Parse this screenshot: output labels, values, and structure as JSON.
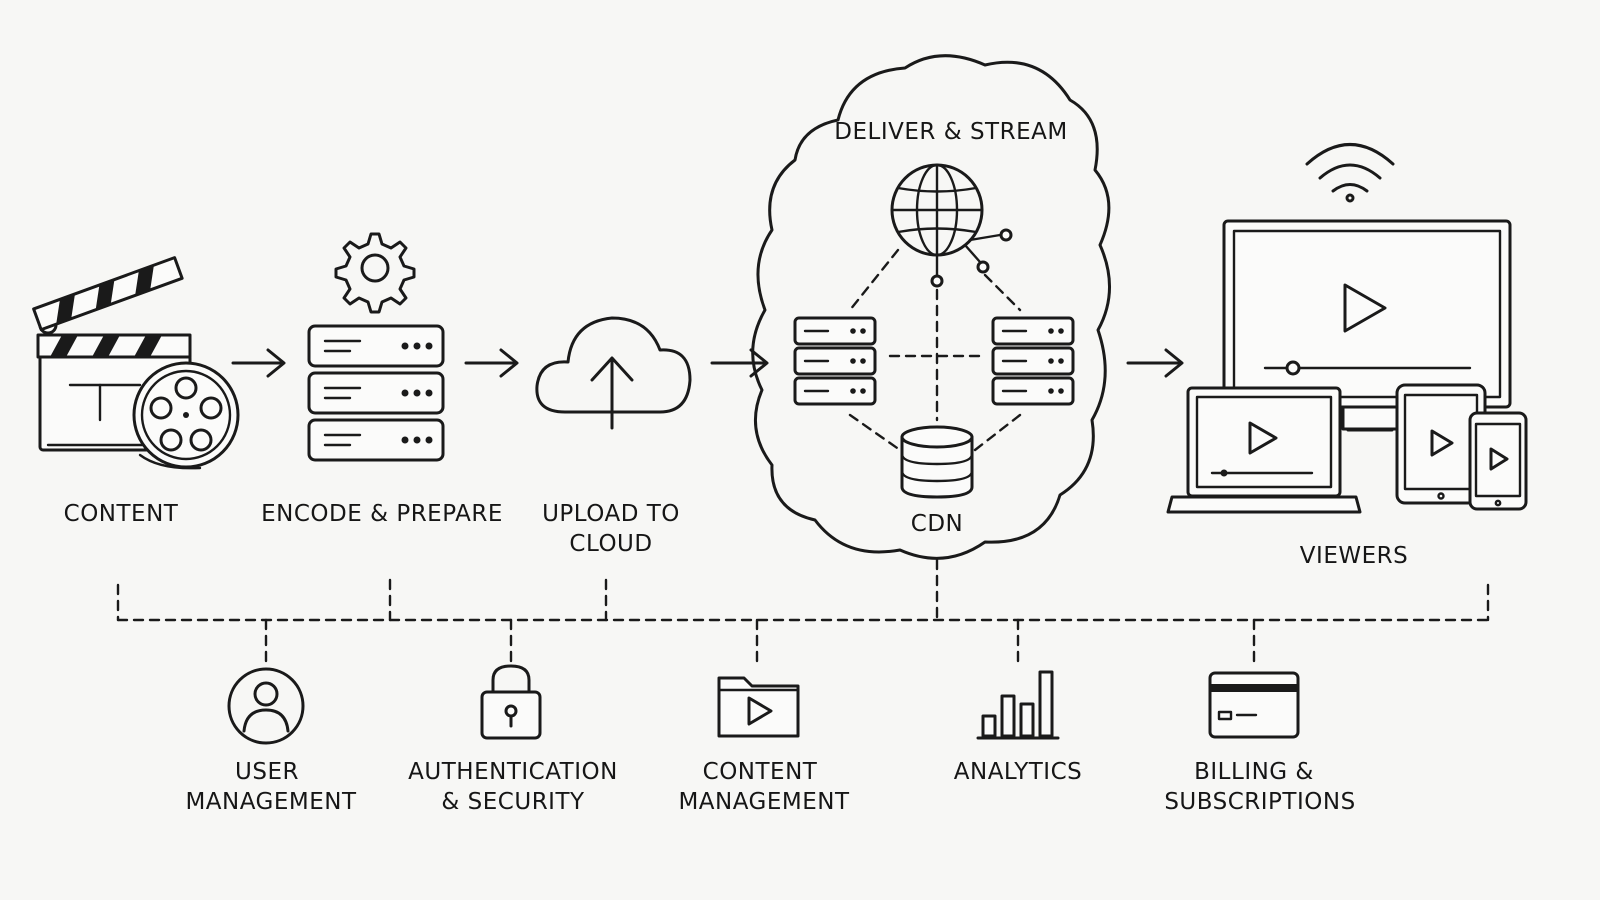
{
  "pipeline": {
    "content": "CONTENT",
    "encode": "ENCODE & PREPARE",
    "upload_line1": "UPLOAD TO",
    "upload_line2": "CLOUD",
    "deliver": "DELIVER & STREAM",
    "cdn": "CDN",
    "viewers": "VIEWERS"
  },
  "services": {
    "user_line1": "USER",
    "user_line2": "MANAGEMENT",
    "auth_line1": "AUTHENTICATION",
    "auth_line2": "& SECURITY",
    "content_line1": "CONTENT",
    "content_line2": "MANAGEMENT",
    "analytics": "ANALYTICS",
    "billing_line1": "BILLING &",
    "billing_line2": "SUBSCRIPTIONS"
  },
  "icons": [
    "clapperboard-icon",
    "film-reel-icon",
    "gear-icon",
    "server-stack-icon",
    "cloud-upload-icon",
    "cloud-icon",
    "globe-icon",
    "server-icon",
    "database-icon",
    "wifi-icon",
    "monitor-icon",
    "laptop-icon",
    "tablet-icon",
    "phone-icon",
    "play-icon",
    "user-icon",
    "lock-icon",
    "video-folder-icon",
    "bar-chart-icon",
    "credit-card-icon"
  ]
}
